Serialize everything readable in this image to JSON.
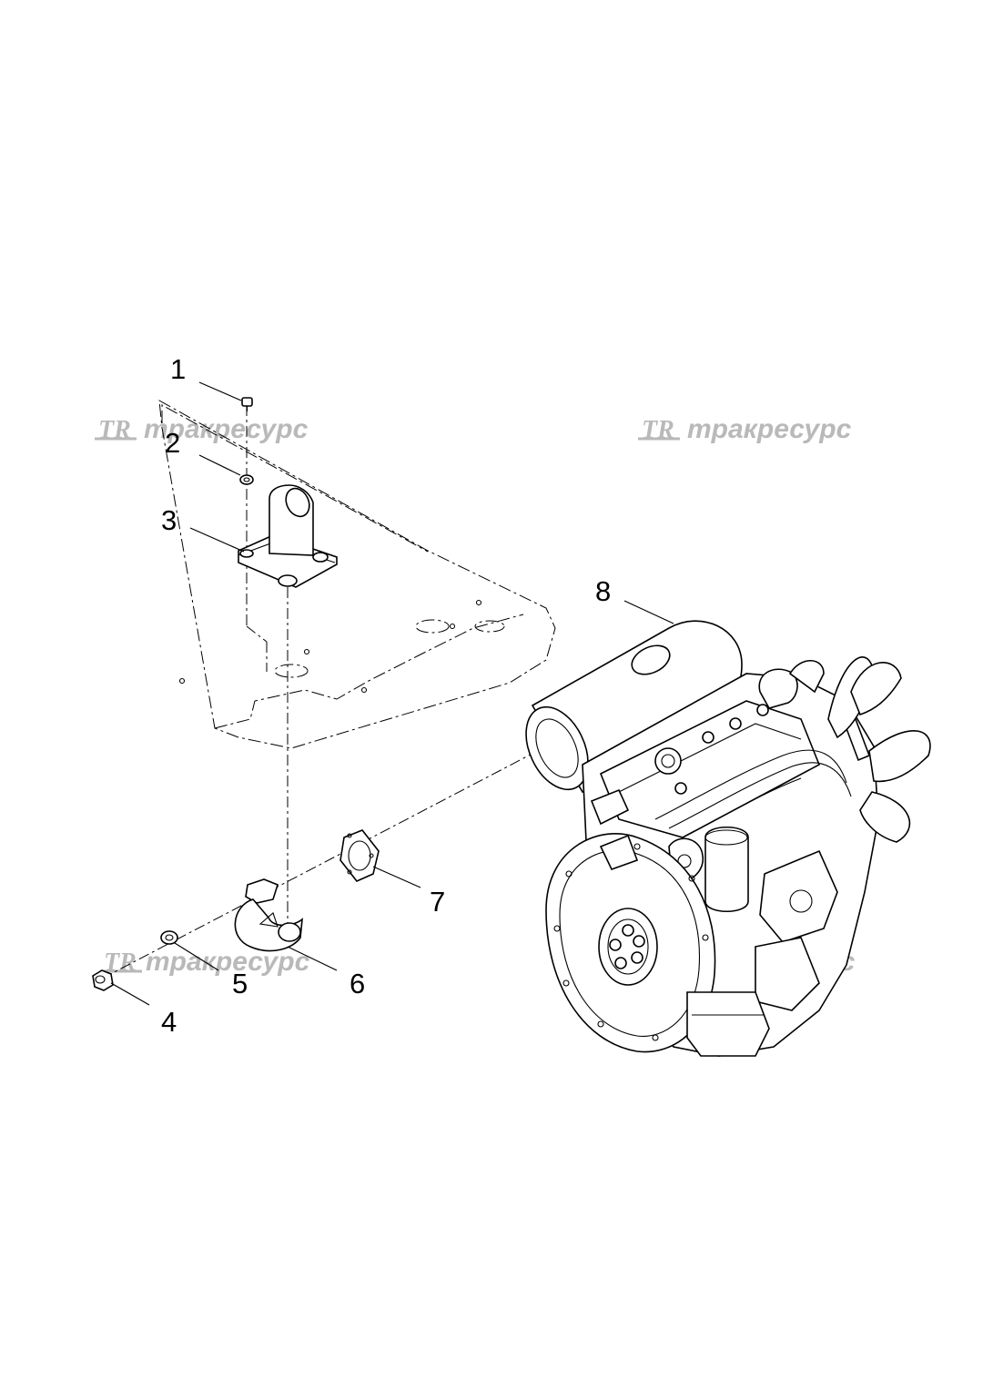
{
  "callouts": [
    {
      "label": "1"
    },
    {
      "label": "2"
    },
    {
      "label": "3"
    },
    {
      "label": "4"
    },
    {
      "label": "5"
    },
    {
      "label": "6"
    },
    {
      "label": "7"
    },
    {
      "label": "8"
    }
  ],
  "watermark": {
    "logo": "TR",
    "text": "тракресурс",
    "color": "#b9b9b9"
  }
}
